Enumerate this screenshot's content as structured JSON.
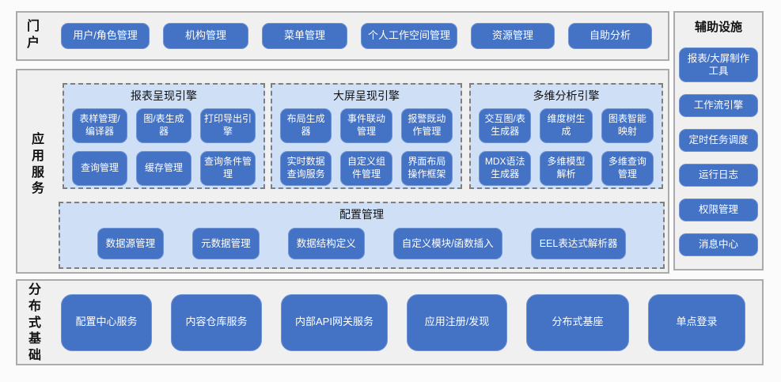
{
  "colors": {
    "module_blue": "#4472C4",
    "module_border": "#6E93D4",
    "module_text": "#FFFFFF",
    "panel_blue": "#CFDFF5",
    "panel_dash_border": "#7F7F7F",
    "section_bg": "#F0F0F0",
    "section_border": "#ABABAB",
    "label_text": "#111111"
  },
  "portal": {
    "label": "门户",
    "items": [
      "用户/角色管理",
      "机构管理",
      "菜单管理",
      "个人工作空间管理",
      "资源管理",
      "自助分析"
    ]
  },
  "apps": {
    "label": "应用服务",
    "engines": [
      {
        "title": "报表呈现引擎",
        "modules": [
          "表样管理/编译器",
          "图/表生成器",
          "打印导出引擎",
          "查询管理",
          "缓存管理",
          "查询条件管理"
        ]
      },
      {
        "title": "大屏呈现引擎",
        "modules": [
          "布局生成器",
          "事件联动管理",
          "报警既动作管理",
          "实时数据查询服务",
          "自定义组件管理",
          "界面布局操作框架"
        ]
      },
      {
        "title": "多维分析引擎",
        "modules": [
          "交互图/表生成器",
          "维度树生成",
          "图表智能映射",
          "MDX语法生成器",
          "多维模型解析",
          "多维查询管理"
        ]
      }
    ],
    "config": {
      "title": "配置管理",
      "modules": [
        "数据源管理",
        "元数据管理",
        "数据结构定义",
        "自定义模块/函数插入",
        "EEL表达式解析器"
      ]
    }
  },
  "base": {
    "label": "分布式基础",
    "items": [
      "配置中心服务",
      "内容仓库服务",
      "内部API网关服务",
      "应用注册/发现",
      "分布式基座",
      "单点登录"
    ]
  },
  "aux": {
    "title": "辅助设施",
    "items": [
      "报表/大屏制作工具",
      "工作流引擎",
      "定时任务调度",
      "运行日志",
      "权限管理",
      "消息中心"
    ]
  }
}
